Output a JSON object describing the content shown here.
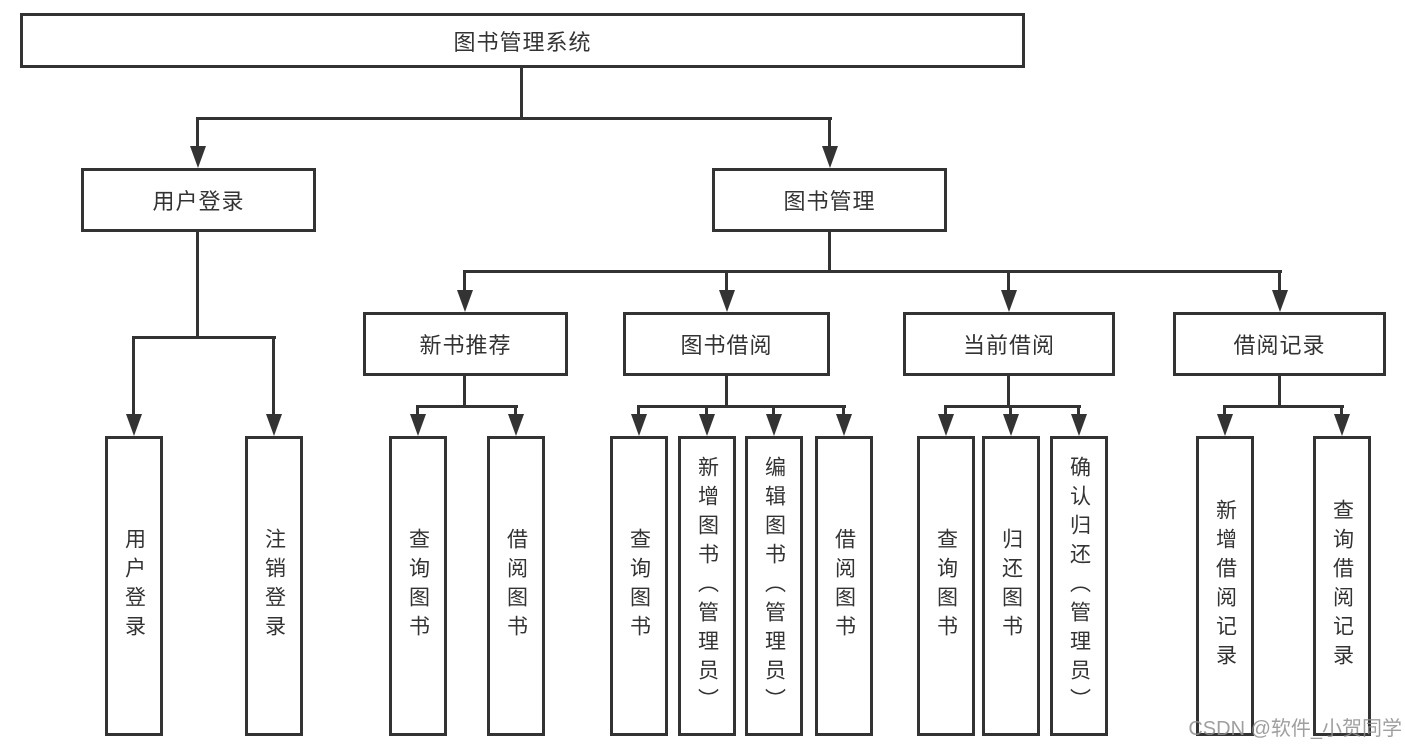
{
  "tree": {
    "label": "图书管理系统",
    "children": [
      {
        "label": "用户登录",
        "children": [
          {
            "label": "用户登录"
          },
          {
            "label": "注销登录"
          }
        ]
      },
      {
        "label": "图书管理",
        "children": [
          {
            "label": "新书推荐",
            "children": [
              {
                "label": "查询图书"
              },
              {
                "label": "借阅图书"
              }
            ]
          },
          {
            "label": "图书借阅",
            "children": [
              {
                "label": "查询图书"
              },
              {
                "label": "新增图书（管理员）"
              },
              {
                "label": "编辑图书（管理员）"
              },
              {
                "label": "借阅图书"
              }
            ]
          },
          {
            "label": "当前借阅",
            "children": [
              {
                "label": "查询图书"
              },
              {
                "label": "归还图书"
              },
              {
                "label": "确认归还（管理员）"
              }
            ]
          },
          {
            "label": "借阅记录",
            "children": [
              {
                "label": "新增借阅记录"
              },
              {
                "label": "查询借阅记录"
              }
            ]
          }
        ]
      }
    ]
  },
  "watermark": "CSDN @软件_小贺同学",
  "colors": {
    "line": "#333333",
    "box_fill": "#ffffff",
    "background": "#ffffff",
    "watermark": "#8f8f8f"
  }
}
